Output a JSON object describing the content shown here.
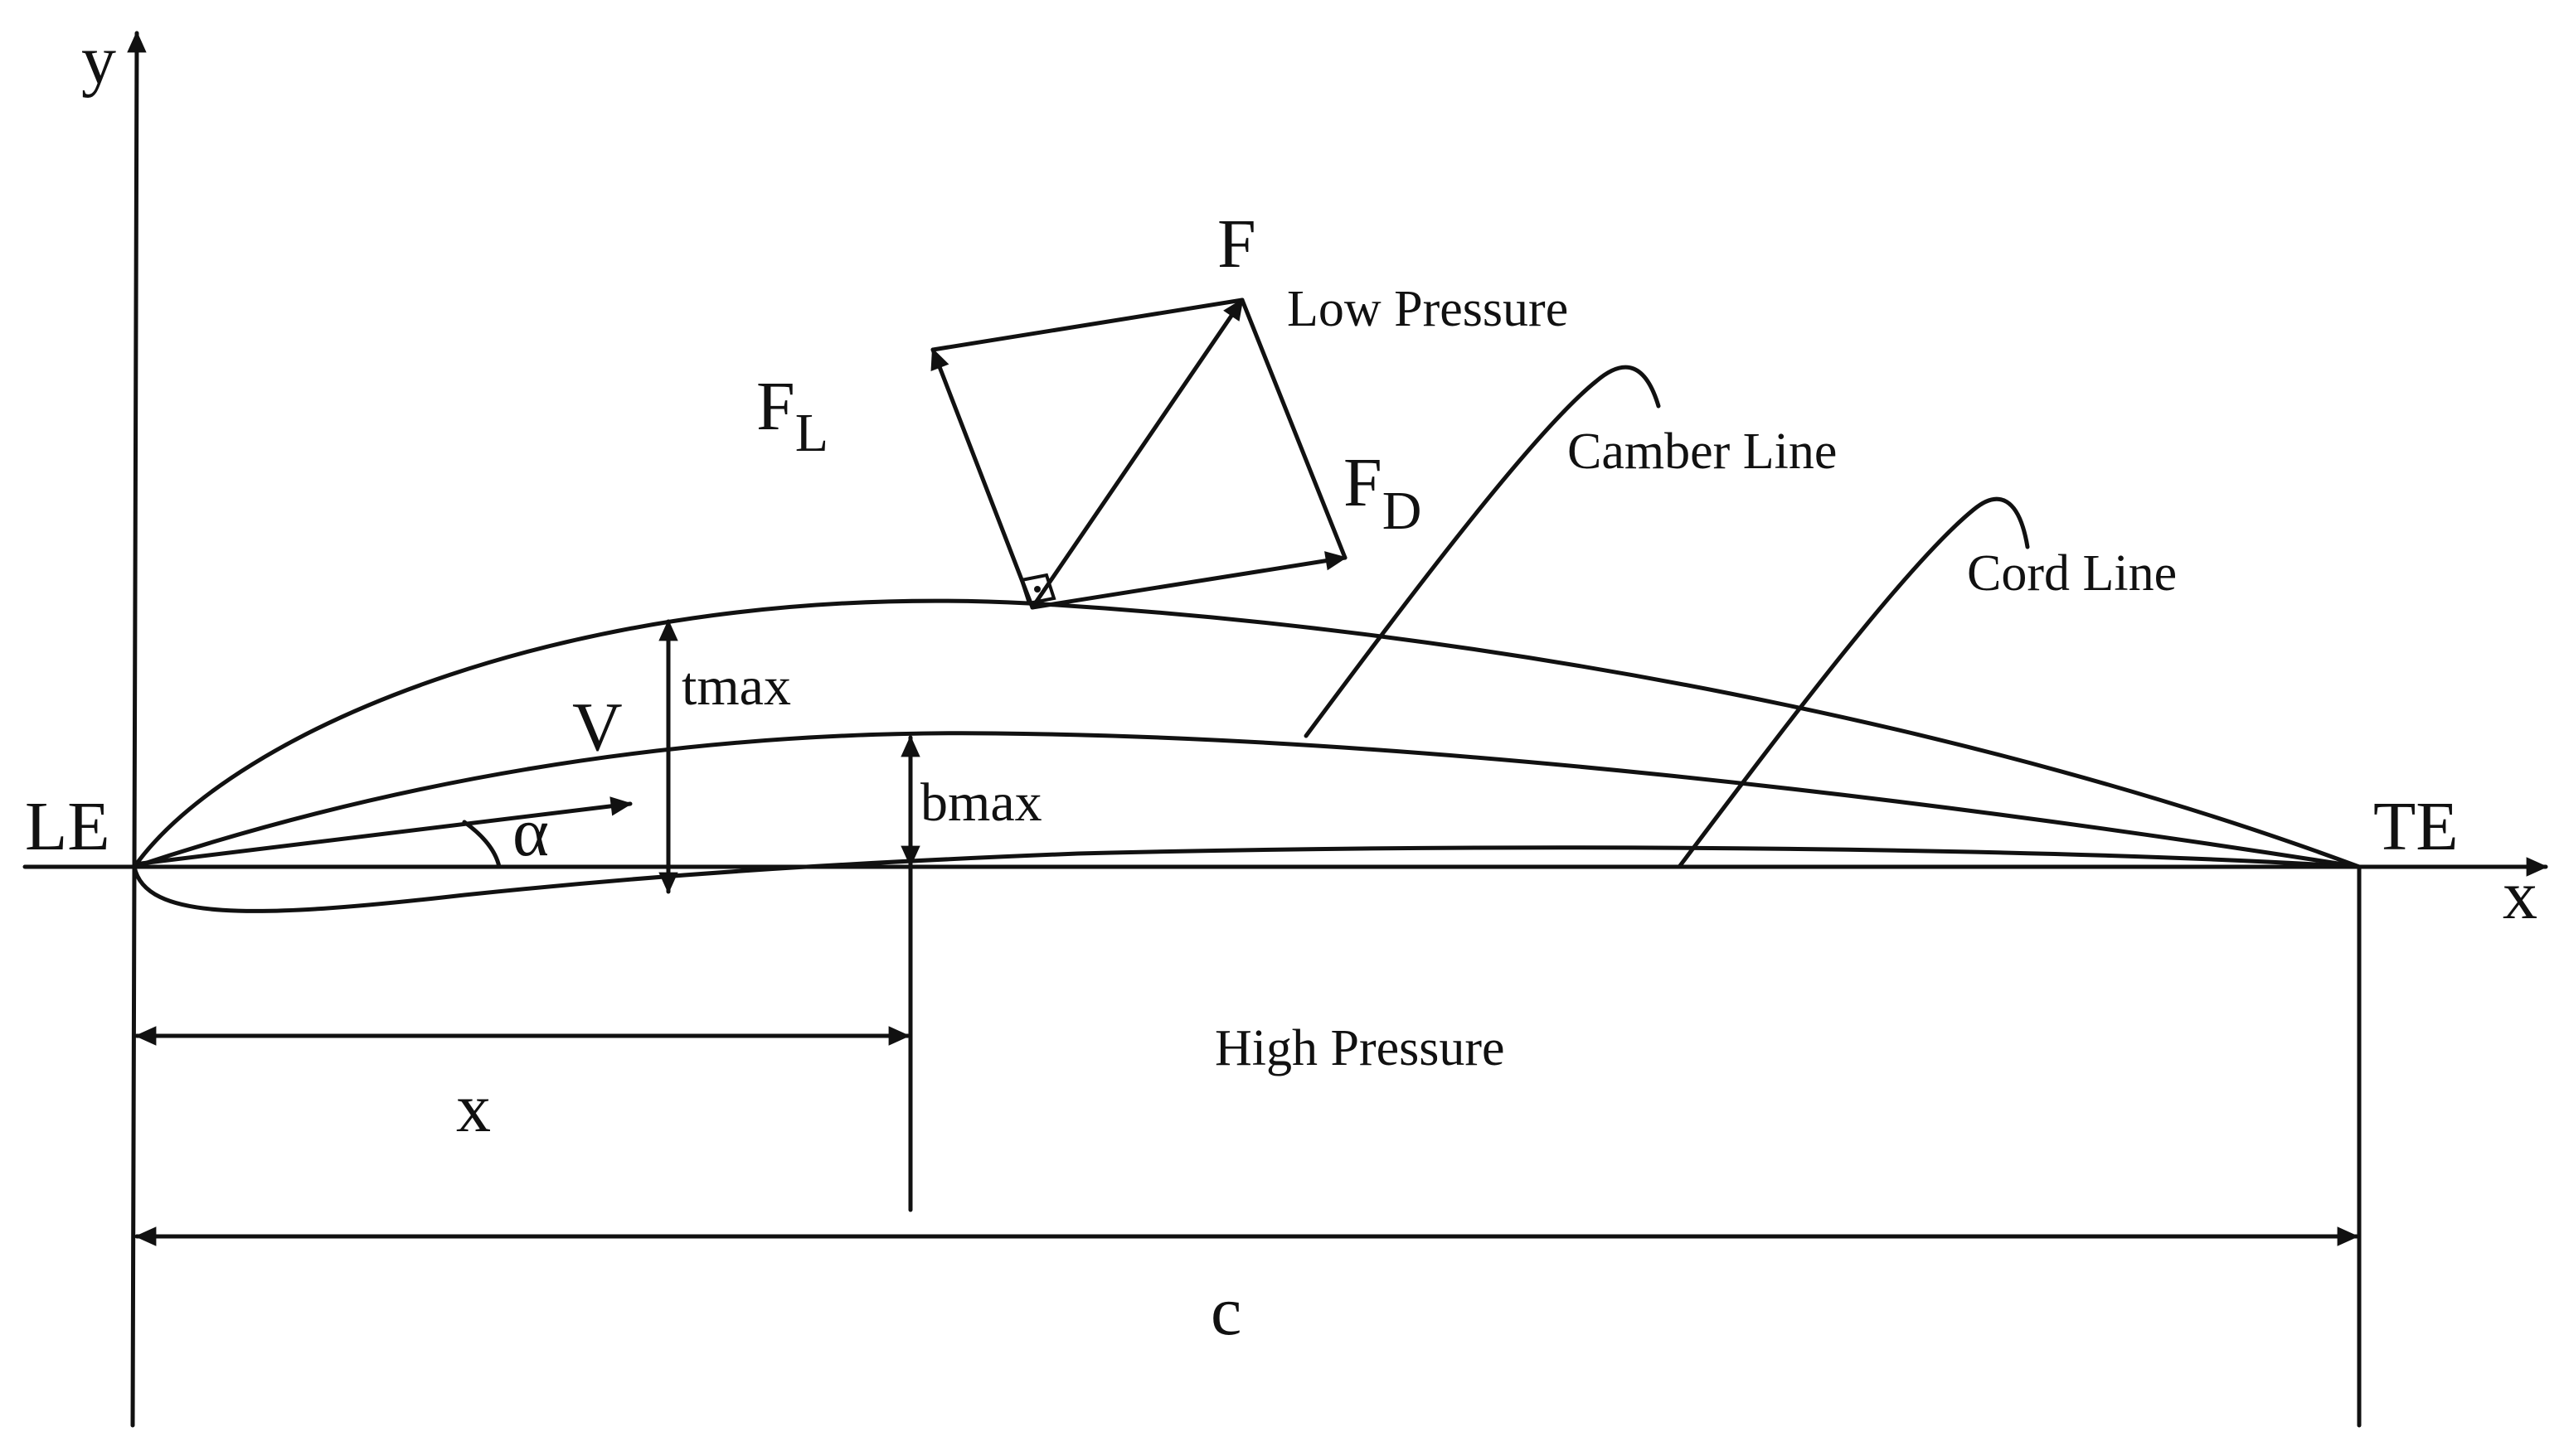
{
  "axes": {
    "y_label": "y",
    "x_label": "x"
  },
  "labels": {
    "leading_edge": "LE",
    "trailing_edge": "TE",
    "force": "F",
    "lift_base": "F",
    "lift_sub": "L",
    "drag_base": "F",
    "drag_sub": "D",
    "low_pressure": "Low Pressure",
    "high_pressure": "High Pressure",
    "camber_line": "Camber Line",
    "chord_line": "Cord Line",
    "velocity": "V",
    "angle_of_attack": "α",
    "max_thickness": "tmax",
    "max_camber": "bmax",
    "max_camber_position": "x",
    "chord_length": "c"
  }
}
